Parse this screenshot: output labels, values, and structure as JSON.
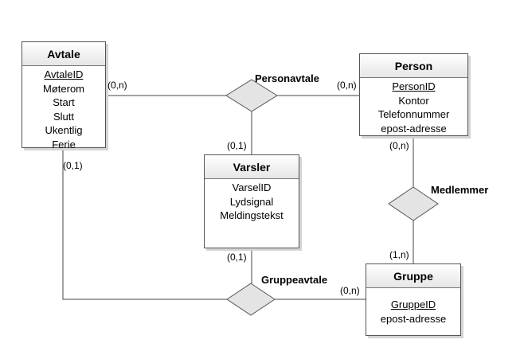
{
  "entities": {
    "avtale": {
      "name": "Avtale",
      "key": "AvtaleID",
      "attrs": [
        "Møterom",
        "Start",
        "Slutt",
        "Ukentlig",
        "Ferie"
      ]
    },
    "person": {
      "name": "Person",
      "key": "PersonID",
      "attrs": [
        "Kontor",
        "Telefonnummer",
        "epost-adresse"
      ]
    },
    "varsler": {
      "name": "Varsler",
      "key": "VarselID",
      "attrs": [
        "Lydsignal",
        "Meldingstekst"
      ]
    },
    "gruppe": {
      "name": "Gruppe",
      "key": "GruppeID",
      "attrs": [
        "epost-adresse"
      ]
    }
  },
  "relationships": {
    "personavtale": "Personavtale",
    "medlemmer": "Medlemmer",
    "gruppeavtale": "Gruppeavtale"
  },
  "cardinalities": {
    "avtale_personavtale": "(0,n)",
    "person_personavtale": "(0,n)",
    "varsler_personavtale": "(0,1)",
    "person_medlemmer": "(0,n)",
    "gruppe_medlemmer": "(1,n)",
    "avtale_gruppeavtale": "(0,1)",
    "varsler_gruppeavtale": "(0,1)",
    "gruppe_gruppeavtale": "(0,n)"
  }
}
